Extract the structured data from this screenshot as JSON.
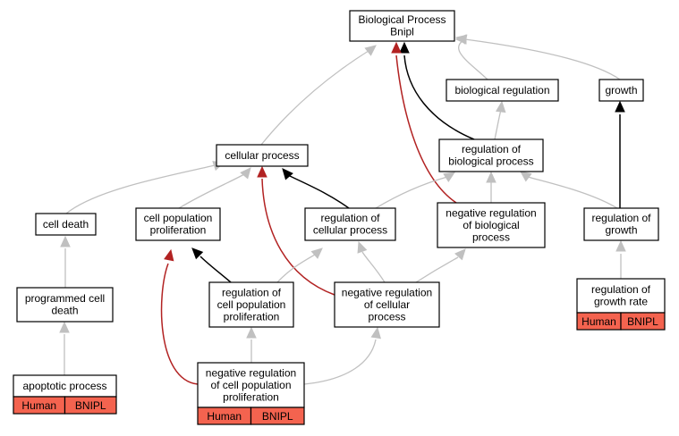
{
  "diagram": {
    "title": "Biological Process",
    "nodes": [
      {
        "id": "root",
        "lines": [
          "Biological Process",
          "Bnipl"
        ]
      },
      {
        "id": "biological-regulation",
        "lines": [
          "biological regulation"
        ]
      },
      {
        "id": "growth",
        "lines": [
          "growth"
        ]
      },
      {
        "id": "cellular-process",
        "lines": [
          "cellular process"
        ]
      },
      {
        "id": "regulation-of-biological-process",
        "lines": [
          "regulation of",
          "biological process"
        ]
      },
      {
        "id": "cell-death",
        "lines": [
          "cell death"
        ]
      },
      {
        "id": "cell-population-proliferation",
        "lines": [
          "cell population",
          "proliferation"
        ]
      },
      {
        "id": "regulation-of-cellular-process",
        "lines": [
          "regulation of",
          "cellular process"
        ]
      },
      {
        "id": "negative-regulation-of-biological-process",
        "lines": [
          "negative regulation",
          "of biological",
          "process"
        ]
      },
      {
        "id": "regulation-of-growth",
        "lines": [
          "regulation of",
          "growth"
        ]
      },
      {
        "id": "programmed-cell-death",
        "lines": [
          "programmed cell",
          "death"
        ]
      },
      {
        "id": "regulation-of-cell-population-proliferation",
        "lines": [
          "regulation of",
          "cell population",
          "proliferation"
        ]
      },
      {
        "id": "negative-regulation-of-cellular-process",
        "lines": [
          "negative regulation",
          "of cellular",
          "process"
        ]
      },
      {
        "id": "regulation-of-growth-rate",
        "lines": [
          "regulation of",
          "growth rate"
        ],
        "tags": [
          "Human",
          "BNIPL"
        ]
      },
      {
        "id": "apoptotic-process",
        "lines": [
          "apoptotic process"
        ],
        "tags": [
          "Human",
          "BNIPL"
        ]
      },
      {
        "id": "negative-regulation-of-cell-population-proliferation",
        "lines": [
          "negative regulation",
          "of cell population",
          "proliferation"
        ],
        "tags": [
          "Human",
          "BNIPL"
        ]
      }
    ],
    "edges": [
      {
        "from": "biological-regulation",
        "to": "root",
        "type": "is_a"
      },
      {
        "from": "growth",
        "to": "root",
        "type": "is_a"
      },
      {
        "from": "cellular-process",
        "to": "root",
        "type": "is_a"
      },
      {
        "from": "regulation-of-biological-process",
        "to": "biological-regulation",
        "type": "is_a"
      },
      {
        "from": "regulation-of-biological-process",
        "to": "root",
        "type": "regulates"
      },
      {
        "from": "negative-regulation-of-biological-process",
        "to": "root",
        "type": "negatively_regulates"
      },
      {
        "from": "regulation-of-growth",
        "to": "growth",
        "type": "regulates"
      },
      {
        "from": "regulation-of-growth",
        "to": "regulation-of-biological-process",
        "type": "is_a"
      },
      {
        "from": "cell-death",
        "to": "cellular-process",
        "type": "is_a"
      },
      {
        "from": "cell-population-proliferation",
        "to": "cellular-process",
        "type": "is_a"
      },
      {
        "from": "regulation-of-cellular-process",
        "to": "cellular-process",
        "type": "regulates"
      },
      {
        "from": "regulation-of-cellular-process",
        "to": "regulation-of-biological-process",
        "type": "is_a"
      },
      {
        "from": "negative-regulation-of-biological-process",
        "to": "regulation-of-biological-process",
        "type": "is_a"
      },
      {
        "from": "negative-regulation-of-cellular-process",
        "to": "cellular-process",
        "type": "negatively_regulates"
      },
      {
        "from": "negative-regulation-of-cellular-process",
        "to": "regulation-of-cellular-process",
        "type": "is_a"
      },
      {
        "from": "negative-regulation-of-cellular-process",
        "to": "negative-regulation-of-biological-process",
        "type": "is_a"
      },
      {
        "from": "programmed-cell-death",
        "to": "cell-death",
        "type": "is_a"
      },
      {
        "from": "apoptotic-process",
        "to": "programmed-cell-death",
        "type": "is_a"
      },
      {
        "from": "regulation-of-cell-population-proliferation",
        "to": "cell-population-proliferation",
        "type": "regulates"
      },
      {
        "from": "regulation-of-cell-population-proliferation",
        "to": "regulation-of-cellular-process",
        "type": "is_a"
      },
      {
        "from": "regulation-of-growth-rate",
        "to": "regulation-of-growth",
        "type": "is_a"
      },
      {
        "from": "negative-regulation-of-cell-population-proliferation",
        "to": "regulation-of-cell-population-proliferation",
        "type": "is_a"
      },
      {
        "from": "negative-regulation-of-cell-population-proliferation",
        "to": "negative-regulation-of-cellular-process",
        "type": "is_a"
      },
      {
        "from": "negative-regulation-of-cell-population-proliferation",
        "to": "cell-population-proliferation",
        "type": "negatively_regulates"
      }
    ],
    "colors": {
      "is_a": "#c0c0c0",
      "regulates": "#000000",
      "negatively_regulates": "#b22222",
      "tag_fill": "#f4634f",
      "node_border": "#000000",
      "node_fill": "#ffffff"
    }
  }
}
